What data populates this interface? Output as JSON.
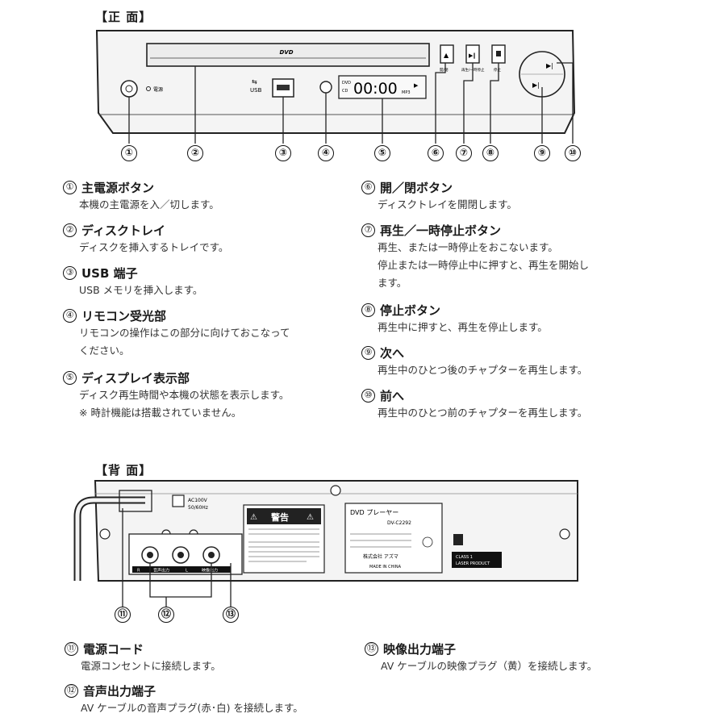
{
  "front": {
    "title": "【正 面】",
    "panel": {
      "disc_logo": "DVD",
      "power_label": "電源",
      "usb_label": "USB",
      "display_dvd": "DVD",
      "display_cd": "CD",
      "display_digits": "00:00",
      "display_mp3": "MP3",
      "btn_open_label": "開/閉",
      "btn_play_label": "再生/一時停止",
      "btn_stop_label": "停止"
    },
    "callouts": [
      "①",
      "②",
      "③",
      "④",
      "⑤",
      "⑥",
      "⑦",
      "⑧",
      "⑨",
      "⑩"
    ],
    "left_items": [
      {
        "num": "①",
        "title": "主電源ボタン",
        "desc": [
          "本機の主電源を入／切します。"
        ]
      },
      {
        "num": "②",
        "title": "ディスクトレイ",
        "desc": [
          "ディスクを挿入するトレイです。"
        ]
      },
      {
        "num": "③",
        "title": "USB 端子",
        "desc": [
          "USB メモリを挿入します。"
        ]
      },
      {
        "num": "④",
        "title": "リモコン受光部",
        "desc": [
          "リモコンの操作はこの部分に向けておこなって",
          "ください。"
        ]
      },
      {
        "num": "⑤",
        "title": "ディスプレイ表示部",
        "desc": [
          "ディスク再生時間や本機の状態を表示します。",
          "※ 時計機能は搭載されていません。"
        ]
      }
    ],
    "right_items": [
      {
        "num": "⑥",
        "title": "開／閉ボタン",
        "desc": [
          "ディスクトレイを開閉します。"
        ]
      },
      {
        "num": "⑦",
        "title": "再生／一時停止ボタン",
        "desc": [
          "再生、または一時停止をおこないます。",
          "停止または一時停止中に押すと、再生を開始し",
          "ます。"
        ]
      },
      {
        "num": "⑧",
        "title": "停止ボタン",
        "desc": [
          "再生中に押すと、再生を停止します。"
        ]
      },
      {
        "num": "⑨",
        "title": "次へ",
        "desc": [
          "再生中のひとつ後のチャプターを再生します。"
        ]
      },
      {
        "num": "⑩",
        "title": "前へ",
        "desc": [
          "再生中のひとつ前のチャプターを再生します。"
        ]
      }
    ]
  },
  "back": {
    "title": "【背 面】",
    "panel": {
      "power_rating": "AC100V",
      "power_freq": "50/60Hz",
      "warning_title": "警告",
      "label_title": "DVD プレーヤー",
      "label_model": "DV-C2292",
      "label_company": "株式会社 アズマ",
      "label_made": "MADE IN CHINA",
      "laser_class": "CLASS 1",
      "laser_product": "LASER PRODUCT",
      "audio_label": "音声出力",
      "audio_r": "R",
      "audio_l": "L",
      "video_label": "映像出力"
    },
    "callouts": [
      "⑪",
      "⑫",
      "⑬"
    ],
    "left_items": [
      {
        "num": "⑪",
        "title": "電源コード",
        "desc": [
          "電源コンセントに接続します。"
        ]
      },
      {
        "num": "⑫",
        "title": "音声出力端子",
        "desc": [
          "AV ケーブルの音声プラグ(赤･白) を接続します。"
        ]
      }
    ],
    "right_items": [
      {
        "num": "⑬",
        "title": "映像出力端子",
        "desc": [
          "AV ケーブルの映像プラグ（黄）を接続します。"
        ]
      }
    ]
  }
}
